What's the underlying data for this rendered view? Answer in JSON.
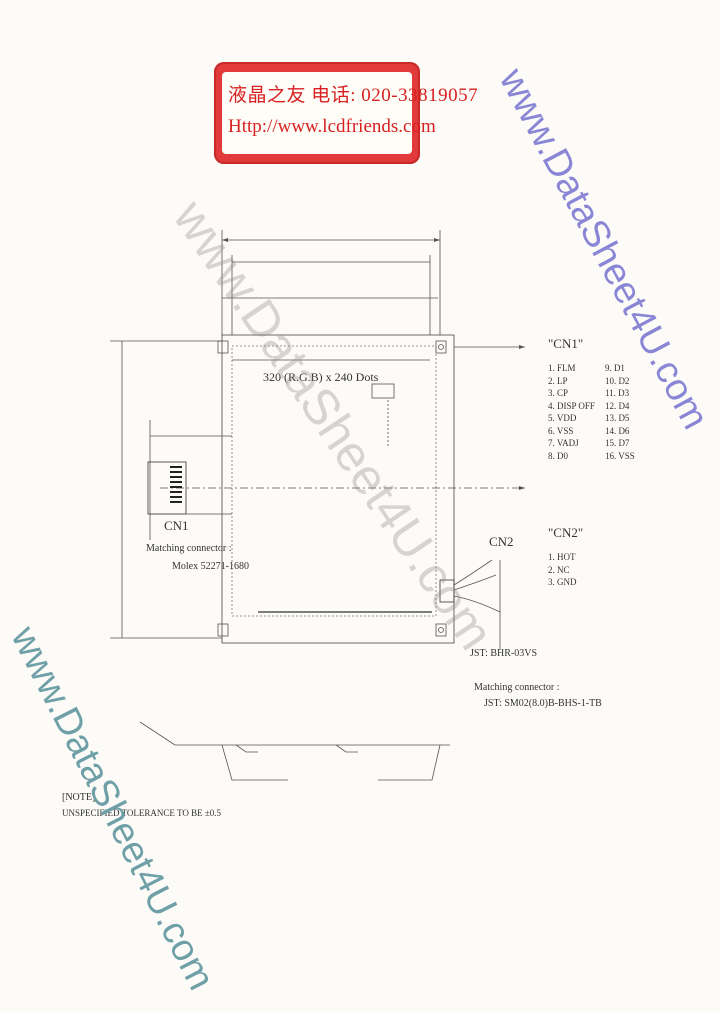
{
  "stamp": {
    "line1": "液晶之友 电话: 020-33819057",
    "line2": "Http://www.lcdfriends.com",
    "color": "#e23a3a"
  },
  "watermarks": {
    "right": "www.DataSheet4U.com",
    "center": "www.DataSheet4U.com",
    "left": "www.DataSheet4U.com"
  },
  "drawing": {
    "resolution_label": "320 (R.G.B) x 240 Dots",
    "cn1_board_label": "CN1",
    "cn1_mating_title": "Matching connector :",
    "cn1_mating_part": "Molex 52271-1680",
    "cn2_board_label": "CN2",
    "cn2_part": "JST: BHR-03VS",
    "cn2_mating_title": "Matching connector :",
    "cn2_mating_part": "JST: SM02(8.0)B-BHS-1-TB"
  },
  "cn1_table": {
    "title": "\"CN1\"",
    "left": [
      "1. FLM",
      "2. LP",
      "3. CP",
      "4. DISP OFF",
      "5. VDD",
      "6. VSS",
      "7. VADJ",
      "8. D0"
    ],
    "right": [
      "9. D1",
      "10. D2",
      "11. D3",
      "12. D4",
      "13. D5",
      "14. D6",
      "15. D7",
      "16. VSS"
    ]
  },
  "cn2_table": {
    "title": "\"CN2\"",
    "rows": [
      "1. HOT",
      "2. NC",
      "3. GND"
    ]
  },
  "note": {
    "title": "[NOTE]",
    "text": "UNSPECIFIED TOLERANCE TO BE ±0.5"
  }
}
